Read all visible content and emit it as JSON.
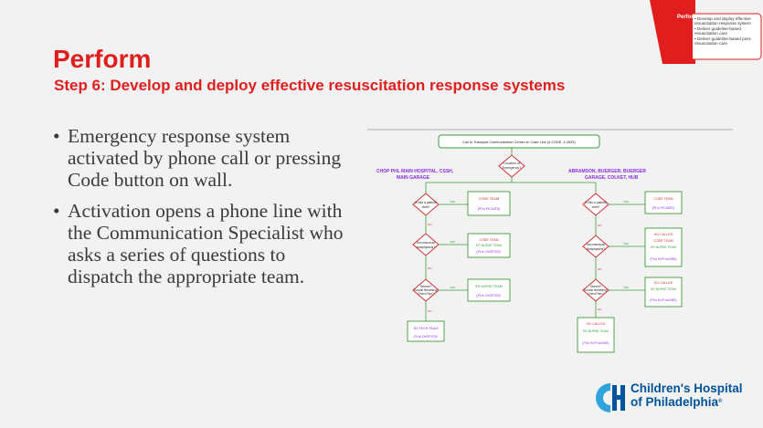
{
  "corner_tab": {
    "title": "Perform",
    "items": [
      "• Develop and deploy effective resuscitation response system",
      "• Deliver guideline-based resuscitation care",
      "• Deliver guideline-based post-resuscitation care"
    ]
  },
  "slide": {
    "title": "Perform",
    "subtitle": "Step 6: Develop and deploy effective resuscitation response systems",
    "bullets": [
      "Emergency response system activated by phone call or pressing Code button on wall.",
      "Activation opens a phone line with the Communication Specialist who asks a series of questions to dispatch the appropriate team."
    ]
  },
  "flowchart": {
    "top_box": "Call to Transport Communication Center on Code Line (4-CODE, 4-2633)",
    "location": "Location of Emergency?",
    "left_heading": "CHOP PHL MAIN HOSPITAL, CSSH, MAIN GARAGE",
    "right_heading": "ABRAMSON, BUERGER, BUERGER GARAGE, COLKET, HUB",
    "yes": "YES",
    "no": "NO",
    "left": {
      "q1": "Is this a patient/child?",
      "q2": "Unconscious/Anaphylaxis?",
      "q3": "Seizure? Trouble Breathing? Chest Pain?",
      "b1_title": "CODE TEAM",
      "b1_sub": "(Pt to PICU/ED)",
      "b2_title": "CODE TEAM",
      "b2_mid": "ED NURSE TEAM",
      "b2_sub": "(Pt to CHOP ED)*",
      "b3_title": "ED NURSE TEAM",
      "b3_sub": "(Pt to CHOP ED)*",
      "b4_title": "ED TECH TEAM",
      "b4_sub": "(Pt to CHOP ED)*"
    },
    "right": {
      "q1": "Is this a patient/child?",
      "q2": "Unconscious/Anaphylaxis?",
      "q3": "Seizure? Trouble Breathing? Chest Pain?",
      "b1_title": "CODE TEAM",
      "b1_sub": "(Pt to PICU/ED)",
      "b2_call": "911 CALLED",
      "b2_title": "CODE TEAM",
      "b2_mid": "ED NURSE TEAM",
      "b2_sub": "(Pt to HUP via EMS)",
      "b3_call": "911 CALLED",
      "b3_title": "ED NURSE TEAM",
      "b3_sub": "(Pt to HUP via EMS)",
      "b4_call": "911 CALLED",
      "b4_title": "ED NURSE TEAM",
      "b4_sub": "(Pt to HUP via EMS)"
    }
  },
  "logo": {
    "line1": "Children's Hospital",
    "line2": "of Philadelphia",
    "mark": "®"
  },
  "colors": {
    "accent_red": "#e01e1e",
    "flow_green": "#3a9b3a",
    "diamond_red": "#d03030",
    "heading_purple": "#8a2be2",
    "logo_blue": "#00539b"
  }
}
